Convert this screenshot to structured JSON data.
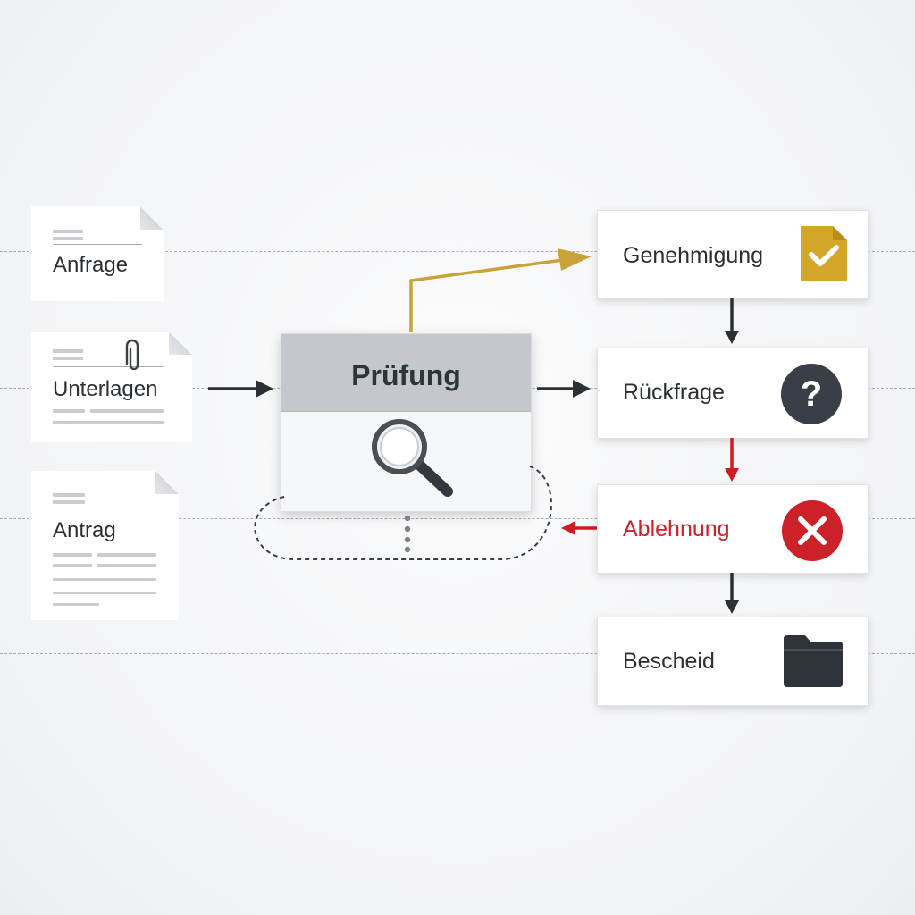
{
  "inputs": [
    {
      "label": "Anfrage"
    },
    {
      "label": "Unterlagen"
    },
    {
      "label": "Antrag"
    }
  ],
  "process": {
    "label": "Prüfung",
    "icon": "magnifier-icon"
  },
  "outcomes": [
    {
      "label": "Genehmigung",
      "icon": "approval-check-icon",
      "color": "#d4a62a"
    },
    {
      "label": "Rückfrage",
      "icon": "question-icon",
      "color": "#3a3f47"
    },
    {
      "label": "Ablehnung",
      "icon": "reject-x-icon",
      "color": "#cc2128"
    },
    {
      "label": "Bescheid",
      "icon": "folder-icon",
      "color": "#2e333a"
    }
  ],
  "colors": {
    "approve_arrow": "#c9a23a",
    "reject_arrow": "#d11a22",
    "arrow": "#2b3036"
  }
}
